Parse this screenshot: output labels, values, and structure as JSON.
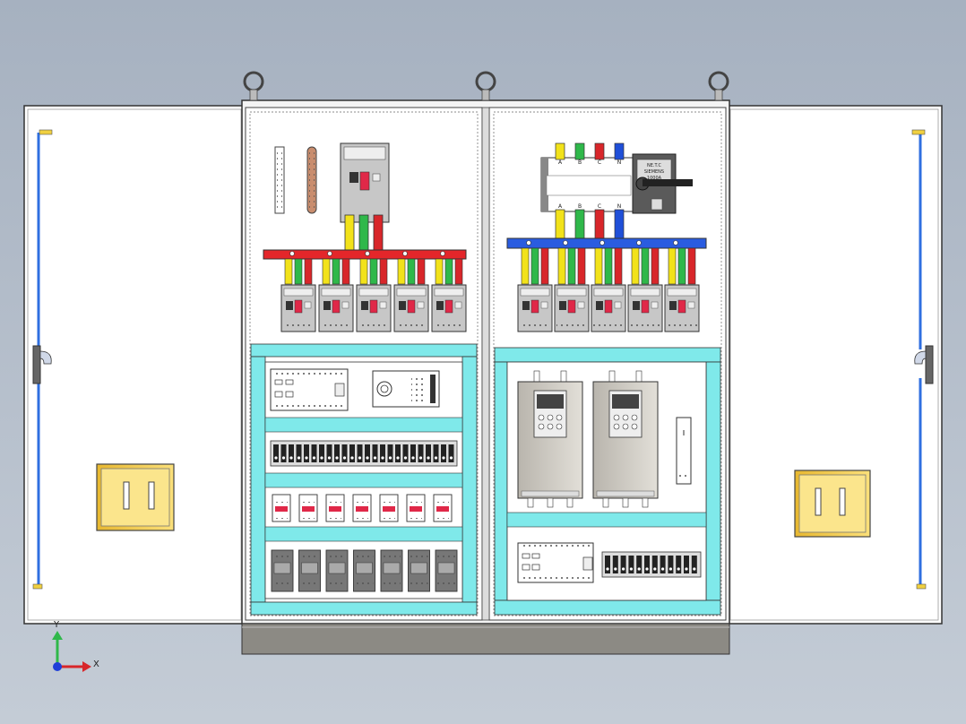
{
  "colors": {
    "background": "#b7c0cc",
    "door": "#ffffff",
    "cabinet": "#ffffff",
    "mounting_rail": "#7fe9ea",
    "phase_a": "#f2e21a",
    "phase_b": "#2fb84a",
    "phase_c": "#d8262a",
    "neutral": "#1f4fd8",
    "busbar_left": "#e4262a",
    "busbar_right": "#2a5ce0",
    "handle": "#f6d048",
    "plinth": "#8c8a84"
  },
  "icons": [
    "lifting-eye-icon",
    "door-handle-icon",
    "breaker-icon",
    "vfd-icon",
    "terminal-block-icon",
    "axis-triad-icon"
  ],
  "ats": {
    "top_labels": [
      "A",
      "B",
      "C",
      "N"
    ],
    "bottom_labels": [
      "A",
      "B",
      "C",
      "N"
    ]
  },
  "switch_plate_label": [
    "NE.T.C",
    "SIEMENS",
    "1000A"
  ],
  "axes": {
    "x": "X",
    "y": "Y"
  }
}
